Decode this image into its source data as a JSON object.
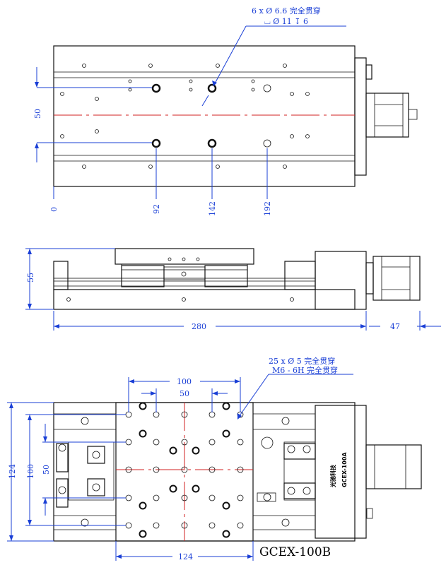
{
  "top_view": {
    "callout_line1": "6 x Ø 6.6 完全贯穿",
    "callout_line2": "⌴ Ø 11 ↧ 6",
    "dim_vertical": "50",
    "dim_x0": "0",
    "dim_x92": "92",
    "dim_x142": "142",
    "dim_x192": "192"
  },
  "side_view": {
    "dim_height": "55",
    "dim_length": "280",
    "dim_motor": "47"
  },
  "table_view": {
    "callout_line1": "25 x Ø 5 完全贯穿",
    "callout_line2": "M6 - 6H 完全贯穿",
    "dim_100_top": "100",
    "dim_50_top": "50",
    "dim_124_left": "124",
    "dim_100_left": "100",
    "dim_50_left": "50",
    "dim_124_bottom": "124",
    "model": "GCEX-100B",
    "brand_logo": "光驰科技",
    "plate_model": "GCEX-100A"
  },
  "colors": {
    "dimension": "#1a3fd6",
    "centerline": "#d02020",
    "outline": "#111111"
  }
}
